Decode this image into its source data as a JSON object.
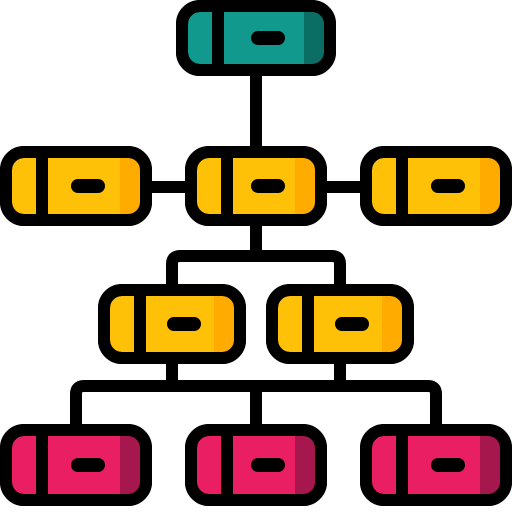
{
  "diagram": {
    "icon": "hierarchy-org-chart-icon",
    "colors": {
      "outline": "#000000",
      "background": "#ffffff",
      "teal_fill": "#11998e",
      "teal_shade": "#0b6e64",
      "amber_fill": "#ffc107",
      "amber_shade": "#ffab00",
      "pink_fill": "#e91e63",
      "pink_shade": "#a5174d"
    },
    "levels": [
      {
        "level": 1,
        "nodes": [
          "root"
        ],
        "color": "teal"
      },
      {
        "level": 2,
        "nodes": [
          "left",
          "center",
          "right"
        ],
        "color": "amber"
      },
      {
        "level": 3,
        "nodes": [
          "left",
          "right"
        ],
        "color": "amber"
      },
      {
        "level": 4,
        "nodes": [
          "left",
          "center",
          "right"
        ],
        "color": "pink"
      }
    ],
    "connections": [
      [
        "level-1-root",
        "level-2-center"
      ],
      [
        "level-2-center",
        "level-2-left"
      ],
      [
        "level-2-center",
        "level-2-right"
      ],
      [
        "level-2-center",
        "level-3-left"
      ],
      [
        "level-2-center",
        "level-3-right"
      ],
      [
        "level-3-left",
        "level-4-left"
      ],
      [
        "level-3-right",
        "level-4-left"
      ],
      [
        "level-3-right",
        "level-4-center"
      ],
      [
        "level-3-right",
        "level-4-right"
      ]
    ]
  }
}
